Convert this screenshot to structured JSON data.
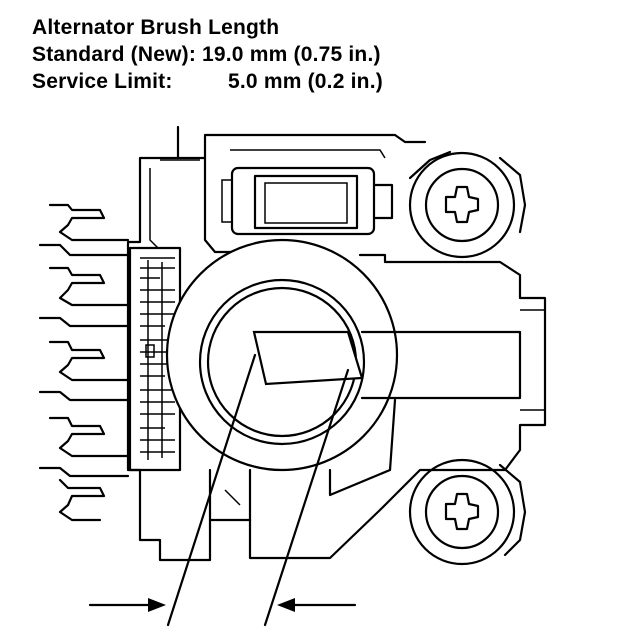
{
  "header": {
    "title": "Alternator Brush Length",
    "standard_label": "Standard (New):",
    "standard_value": "19.0 mm (0.75 in.)",
    "service_label": "Service Limit:",
    "service_value": "5.0 mm (0.2 in.)"
  },
  "diagram": {
    "subject": "alternator brush holder",
    "icons": [
      "left-arrow-icon",
      "right-arrow-icon"
    ]
  }
}
